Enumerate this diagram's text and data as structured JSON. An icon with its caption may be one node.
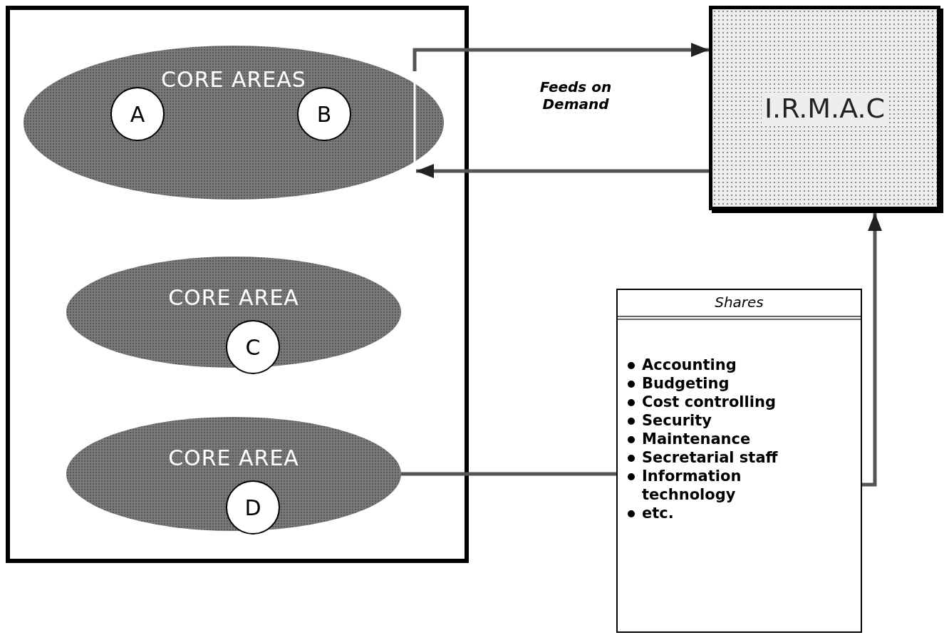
{
  "diagram": {
    "nodes": [
      {
        "text": [],
        "shape": "box"
      },
      {
        "text": [
          "CORE AREAS"
        ],
        "in": 0
      },
      {
        "text": [
          "A"
        ],
        "in": 1
      },
      {
        "text": [
          "B"
        ],
        "in": 1
      },
      {
        "text": [
          "CORE AREA"
        ],
        "in": 0
      },
      {
        "text": [
          "C"
        ],
        "in": 4
      },
      {
        "text": [
          "CORE AREA"
        ],
        "in": 0
      },
      {
        "text": [
          "D"
        ],
        "in": 6
      },
      {
        "text": [
          "I.R.M.A.C"
        ]
      },
      {
        "text": [
          "Shares",
          "Accounting",
          "Budgeting",
          "Cost controlling",
          "Security",
          "Maintenance",
          "Secretarial staff",
          "Information technology",
          "etc."
        ]
      }
    ],
    "edges": [
      {
        "from": 1,
        "to": 8,
        "arrow": "to"
      },
      {
        "from": 8,
        "to": 1,
        "arrow": "to"
      },
      {
        "from": 6,
        "to": 9,
        "arrow": "none"
      },
      {
        "from": 9,
        "to": 8,
        "arrow": "to"
      }
    ],
    "labels": [
      "Feeds on Demand"
    ]
  }
}
